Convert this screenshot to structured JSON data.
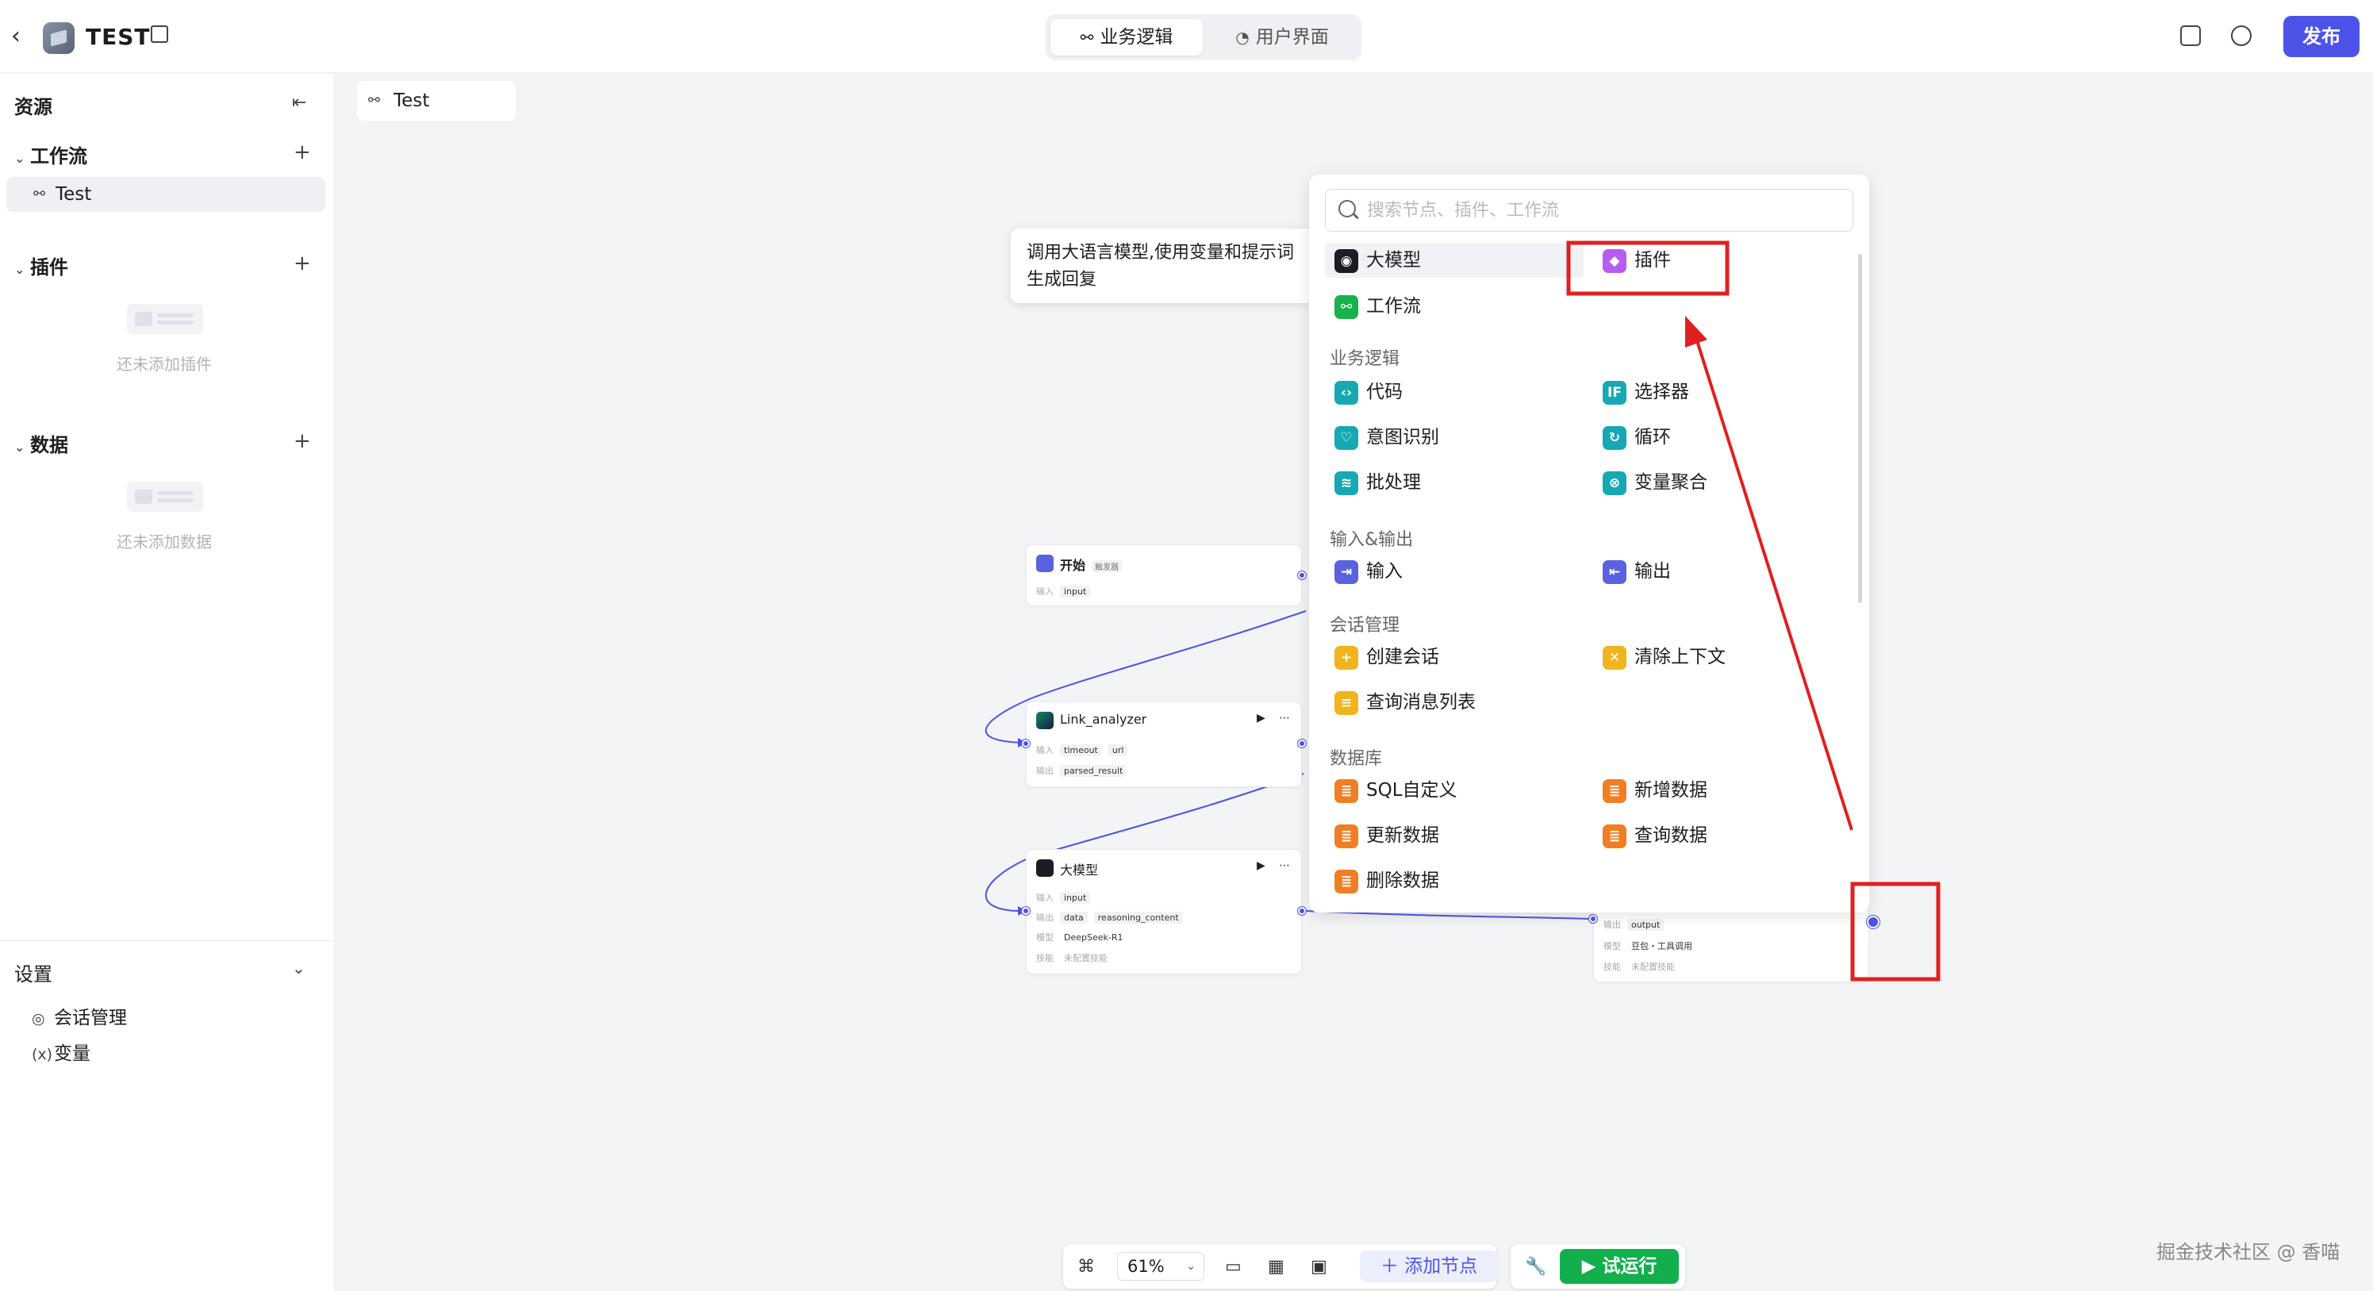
{
  "header": {
    "title": "TEST",
    "tabs": [
      {
        "label": "业务逻辑",
        "active": true
      },
      {
        "label": "用户界面",
        "active": false
      }
    ],
    "publish_label": "发布"
  },
  "sidebar": {
    "title": "资源",
    "sections": {
      "workflow": {
        "label": "工作流",
        "items": [
          "Test"
        ]
      },
      "plugins": {
        "label": "插件",
        "empty": "还未添加插件"
      },
      "data": {
        "label": "数据",
        "empty": "还未添加数据"
      }
    },
    "settings": {
      "label": "设置",
      "items": [
        "会话管理",
        "变量"
      ]
    }
  },
  "canvas": {
    "tab_label": "Test",
    "tooltip": "调用大语言模型,使用变量和提示词生成回复",
    "nodes": {
      "start": {
        "title": "开始",
        "badge": "触发器",
        "input_label": "输入",
        "input_var": "input"
      },
      "link": {
        "title": "Link_analyzer",
        "input_label": "输入",
        "inputs": [
          "timeout",
          "url"
        ],
        "output_label": "输出",
        "output": "parsed_result"
      },
      "llm": {
        "title": "大模型",
        "input_label": "输入",
        "input_var": "input",
        "output_label": "输出",
        "outputs": [
          "data",
          "reasoning_content"
        ],
        "model_label": "模型",
        "model": "DeepSeek-R1",
        "skill_label": "技能",
        "skill": "未配置技能"
      },
      "right": {
        "output_label": "输出",
        "output": "output",
        "model_label": "模型",
        "model": "豆包・工具调用",
        "skill_label": "技能",
        "skill": "未配置技能"
      }
    }
  },
  "panel": {
    "search_placeholder": "搜索节点、插件、工作流",
    "top_items": [
      "大模型",
      "插件",
      "工作流"
    ],
    "sections": [
      {
        "label": "业务逻辑",
        "items": [
          "代码",
          "选择器",
          "意图识别",
          "循环",
          "批处理",
          "变量聚合"
        ]
      },
      {
        "label": "输入&输出",
        "items": [
          "输入",
          "输出"
        ]
      },
      {
        "label": "会话管理",
        "items": [
          "创建会话",
          "清除上下文",
          "查询消息列表"
        ]
      },
      {
        "label": "数据库",
        "items": [
          "SQL自定义",
          "新增数据",
          "更新数据",
          "查询数据",
          "删除数据"
        ]
      }
    ]
  },
  "toolbar": {
    "zoom": "61%",
    "add_node_label": "添加节点",
    "run_label": "试运行"
  },
  "watermark": "掘金技术社区 @ 香喵",
  "colors": {
    "accent": "#4d53e8",
    "run": "#12b04d",
    "annotation": "#e02020"
  }
}
